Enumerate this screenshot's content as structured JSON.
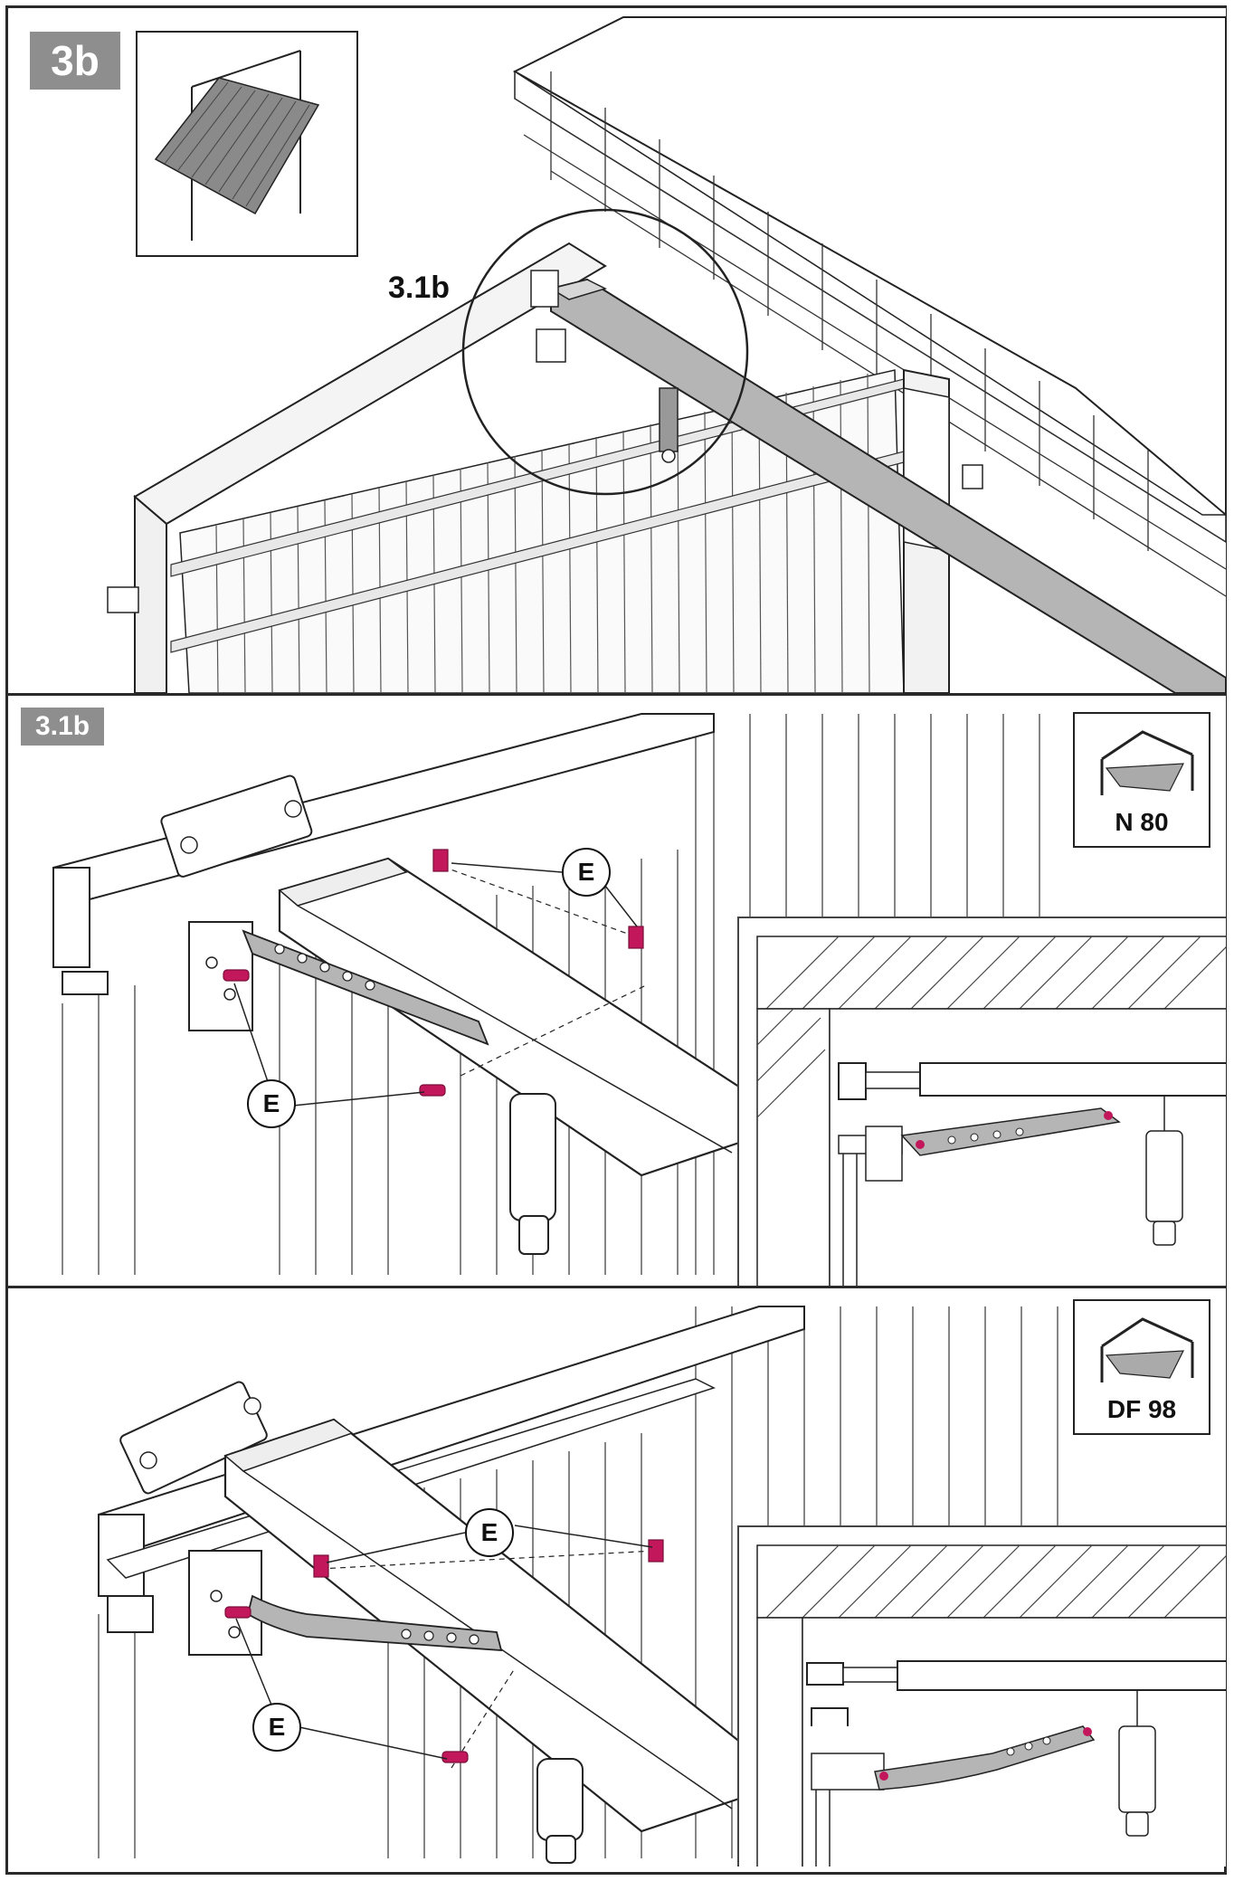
{
  "panels": {
    "top": {
      "step": "3b",
      "callout": "3.1b"
    },
    "middle": {
      "step": "3.1b",
      "model": "N 80",
      "labels": [
        "E",
        "E"
      ]
    },
    "bottom": {
      "model": "DF 98",
      "labels": [
        "E",
        "E"
      ]
    }
  },
  "colors": {
    "fastener": "#c2185b",
    "tag": "#8e8e8e",
    "rail": "#b5b5b5",
    "line": "#222222"
  }
}
